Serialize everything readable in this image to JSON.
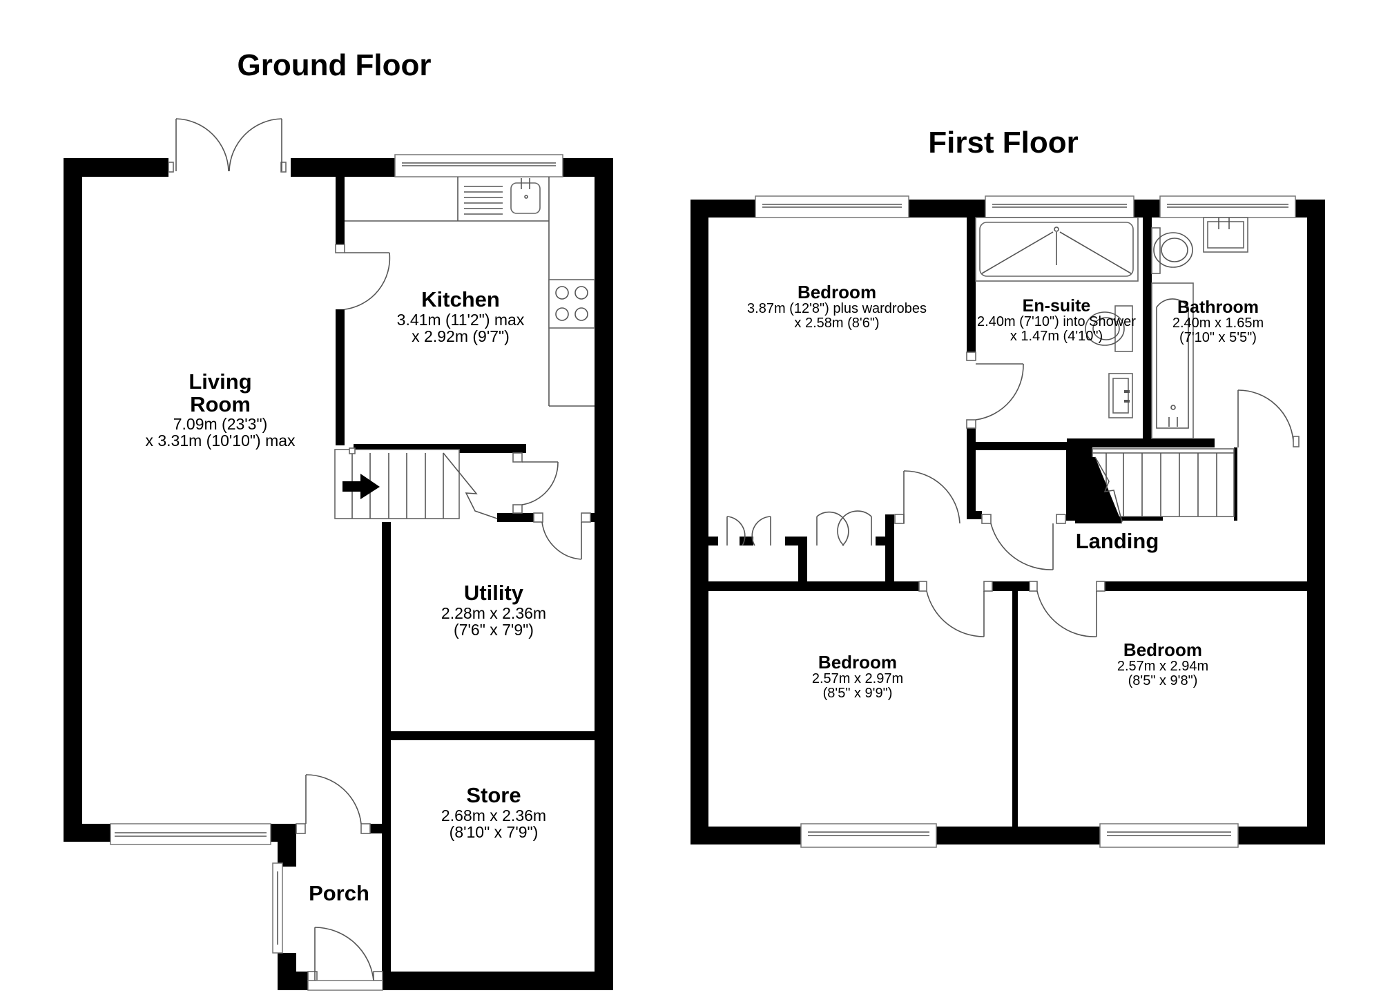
{
  "ground_floor": {
    "title": "Ground Floor",
    "rooms": {
      "living_room": {
        "name_line1": "Living",
        "name_line2": "Room",
        "dim1": "7.09m (23'3\")",
        "dim2": "x 3.31m (10'10\") max"
      },
      "kitchen": {
        "name": "Kitchen",
        "dim1": "3.41m (11'2\") max",
        "dim2": "x 2.92m (9'7\")"
      },
      "utility": {
        "name": "Utility",
        "dim1": "2.28m x 2.36m",
        "dim2": "(7'6\" x 7'9\")"
      },
      "store": {
        "name": "Store",
        "dim1": "2.68m x 2.36m",
        "dim2": "(8'10\" x 7'9\")"
      },
      "porch": {
        "name": "Porch"
      }
    }
  },
  "first_floor": {
    "title": "First Floor",
    "rooms": {
      "master_bedroom": {
        "name": "Bedroom",
        "dim1": "3.87m (12'8\") plus wardrobes",
        "dim2": "x 2.58m (8'6\")"
      },
      "ensuite": {
        "name": "En-suite",
        "dim1": "2.40m (7'10\") into Shower",
        "dim2": "x 1.47m (4'10\")"
      },
      "bathroom": {
        "name": "Bathroom",
        "dim1": "2.40m x 1.65m",
        "dim2": "(7'10\" x 5'5\")"
      },
      "landing": {
        "name": "Landing"
      },
      "bedroom_2": {
        "name": "Bedroom",
        "dim1": "2.57m x 2.97m",
        "dim2": "(8'5\" x 9'9\")"
      },
      "bedroom_3": {
        "name": "Bedroom",
        "dim1": "2.57m x 2.94m",
        "dim2": "(8'5\" x 9'8\")"
      }
    }
  }
}
